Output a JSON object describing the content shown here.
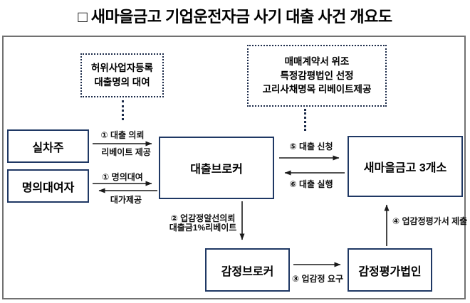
{
  "title": "□ 새마을금고 기업운전자금 사기 대출 사건 개요도",
  "colors": {
    "node_border": "#1f3864",
    "frame_border": "#717171",
    "dashed_border": "#1c2b4a",
    "arrow": "#1a1a1a",
    "text": "#000000",
    "background": "#ffffff"
  },
  "notes": {
    "left": {
      "lines": [
        "허위사업자등록",
        "대출명의 대여"
      ]
    },
    "right": {
      "lines": [
        "매매계약서 위조",
        "특정감평법인 선정",
        "고리사채명목 리베이트제공"
      ]
    }
  },
  "entities": {
    "real_borrower": "실차주",
    "name_lender": "명의대여자",
    "loan_broker": "대출브로커",
    "saemaul_geumgo": "새마을금고 3개소",
    "appraisal_broker": "감정브로커",
    "appraisal_firm": "감정평가법인"
  },
  "flows": {
    "loan_request_top": "① 대출 의뢰",
    "loan_request_bottom": "리베이트 제공",
    "name_lending_top": "① 명의대여",
    "name_lending_bottom": "대가제공",
    "loan_application": "⑤ 대출 신청",
    "loan_execution": "⑥ 대출 실행",
    "appraisal_referral_line1": "② 업감정알선의뢰",
    "appraisal_referral_line2": "대출금1%리베이트",
    "appraisal_demand": "③ 업감정 요구",
    "appraisal_report": "④ 업감정평가서 제출"
  }
}
